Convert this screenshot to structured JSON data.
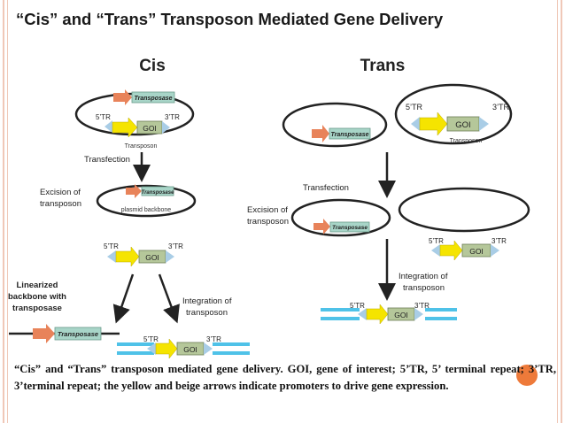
{
  "title": "“Cis” and “Trans” Transposon Mediated Gene Delivery",
  "cis": {
    "heading": "Cis",
    "transposase": "Transposase",
    "gene": "GOI",
    "tr5": "5’TR",
    "tr3": "3’TR",
    "transposon": "Transposon",
    "transfection": "Transfection",
    "excision_line1": "Excision of",
    "excision_line2": "transposon",
    "plasmid_backbone": "plasmid backbone",
    "linearized_line1": "Linearized",
    "linearized_line2": "backbone with",
    "linearized_line3": "transposase",
    "integration_line1": "Integration of",
    "integration_line2": "transposon"
  },
  "trans": {
    "heading": "Trans",
    "transposase": "Transposase",
    "gene": "GOI",
    "tr5": "5’TR",
    "tr3": "3’TR",
    "transposon": "Transposon",
    "transfection": "Transfection",
    "excision_line1": "Excision of",
    "excision_line2": "transposon",
    "integration_line1": "Integration of",
    "integration_line2": "transposon"
  },
  "caption": "“Cis” and “Trans” transposon mediated gene delivery. GOI, gene of interest; 5’TR, 5’ terminal repeat; 3’TR, 3’terminal repeat; the yellow and beige arrows indicate promoters to drive gene expression.",
  "colors": {
    "transposase_box": "#a8d5c8",
    "promoter_orange": "#e8835a",
    "promoter_yellow": "#f5e400",
    "goi_box": "#b5c79a",
    "tr_blue": "#a9cde6",
    "dna_blue": "#4fc2e8",
    "accent": "#ee7a3a"
  }
}
